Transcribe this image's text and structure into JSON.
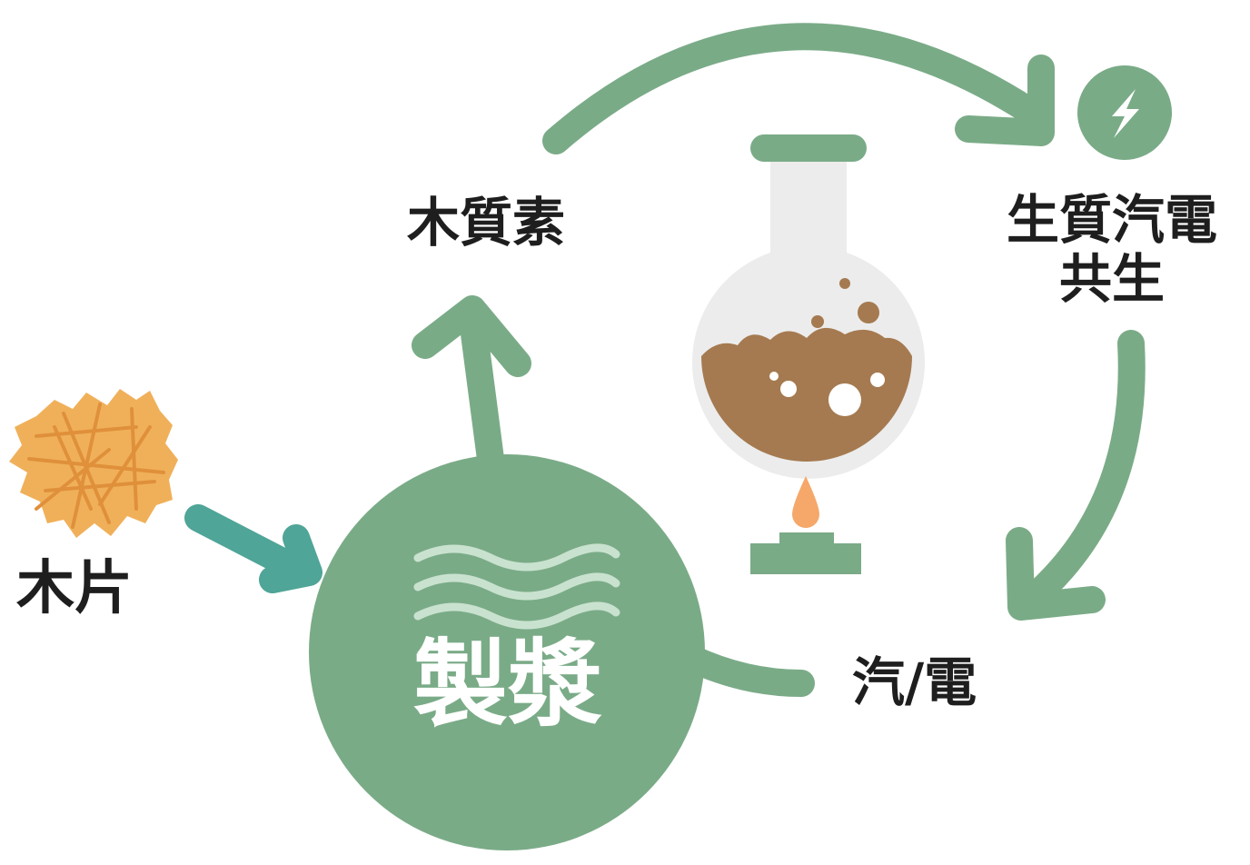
{
  "nodes": {
    "wood_chips": "木片",
    "lignin": "木質素",
    "cogeneration": {
      "line1": "生質汽電",
      "line2": "共生"
    },
    "steam_power": "汽/電",
    "pulping": "製漿"
  },
  "icons": {
    "wood_chips": "wood-chips-icon",
    "flask": "flask-icon",
    "power": "lightning-icon",
    "waves": "waves-icon"
  },
  "colors": {
    "primary_green": "#7aab87",
    "teal_arrow": "#4fa597",
    "light_waves": "#c9e2cf",
    "wood_chip": "#f0b05a",
    "flask_liquid": "#a57a50",
    "flask_glass": "#ececec",
    "flame": "#f5a86a",
    "text": "#1e1e1e"
  }
}
